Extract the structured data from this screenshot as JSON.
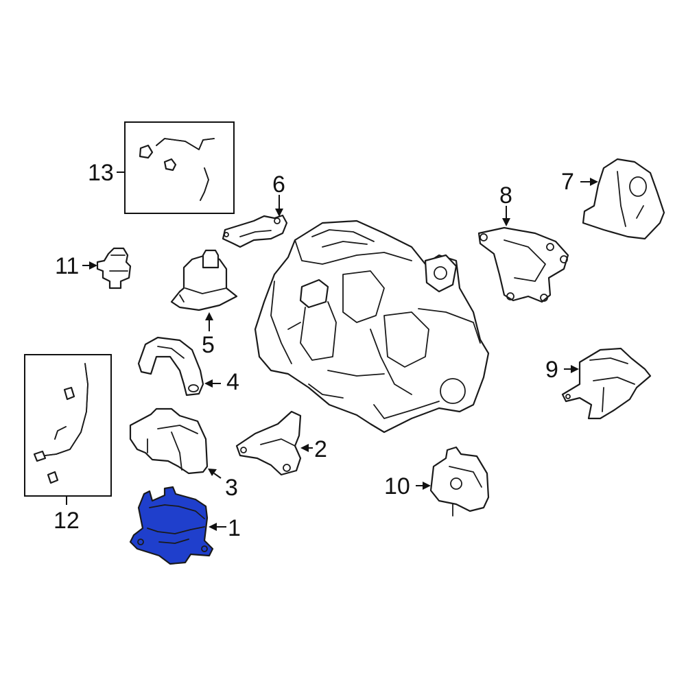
{
  "colors": {
    "highlight": "#1f3fcc",
    "line": "#1a1a1a",
    "background": "#ffffff"
  },
  "callouts": [
    {
      "id": "1",
      "label": "1"
    },
    {
      "id": "2",
      "label": "2"
    },
    {
      "id": "3",
      "label": "3"
    },
    {
      "id": "4",
      "label": "4"
    },
    {
      "id": "5",
      "label": "5"
    },
    {
      "id": "6",
      "label": "6"
    },
    {
      "id": "7",
      "label": "7"
    },
    {
      "id": "8",
      "label": "8"
    },
    {
      "id": "9",
      "label": "9"
    },
    {
      "id": "10",
      "label": "10"
    },
    {
      "id": "11",
      "label": "11"
    },
    {
      "id": "12",
      "label": "12"
    },
    {
      "id": "13",
      "label": "13"
    }
  ],
  "highlighted_part": "1"
}
